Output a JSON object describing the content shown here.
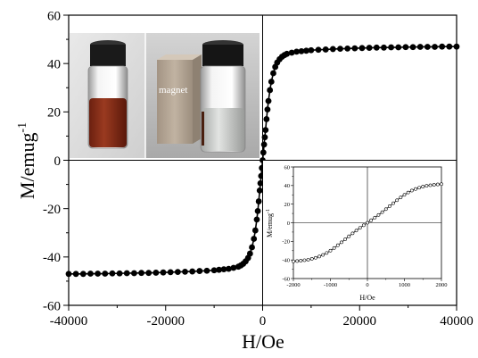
{
  "chart_data": [
    {
      "type": "scatter",
      "role": "main",
      "xlabel": "H/Oe",
      "ylabel_base": "M/emug",
      "ylabel_sup": "-1",
      "xlim": [
        -40000,
        40000
      ],
      "ylim": [
        -60,
        60
      ],
      "xticks": [
        -40000,
        -20000,
        0,
        20000,
        40000
      ],
      "yticks": [
        -60,
        -40,
        -20,
        0,
        20,
        40,
        60
      ],
      "grid": false,
      "marker": "filled-circle",
      "series": [
        {
          "x": [
            -40000,
            -38500,
            -37000,
            -35500,
            -34000,
            -32500,
            -31000,
            -29500,
            -28000,
            -26500,
            -25000,
            -23500,
            -22000,
            -20500,
            -19000,
            -17500,
            -16000,
            -14500,
            -13000,
            -11500,
            -10000,
            -9000,
            -8000,
            -7000,
            -6000,
            -5000,
            -4500,
            -4000,
            -3500,
            -3000,
            -2600,
            -2200,
            -1800,
            -1500,
            -1200,
            -1000,
            -800,
            -600,
            -450,
            -300,
            -150,
            0,
            150,
            300,
            450,
            600,
            800,
            1000,
            1200,
            1500,
            1800,
            2200,
            2600,
            3000,
            3500,
            4000,
            4500,
            5000,
            6000,
            7000,
            8000,
            9000,
            10000,
            11500,
            13000,
            14500,
            16000,
            17500,
            19000,
            20500,
            22000,
            23500,
            25000,
            26500,
            28000,
            29500,
            31000,
            32500,
            34000,
            35500,
            37000,
            38500,
            40000
          ],
          "y": [
            -47,
            -47,
            -47,
            -46.9,
            -46.9,
            -46.9,
            -46.8,
            -46.8,
            -46.7,
            -46.7,
            -46.6,
            -46.6,
            -46.5,
            -46.4,
            -46.3,
            -46.2,
            -46.1,
            -46,
            -45.8,
            -45.7,
            -45.5,
            -45.3,
            -45.1,
            -44.9,
            -44.5,
            -44,
            -43.5,
            -42.8,
            -41.8,
            -40.4,
            -38.6,
            -36,
            -32.5,
            -29,
            -24.5,
            -21,
            -17,
            -12.5,
            -9.5,
            -6.5,
            -3.2,
            0,
            3.2,
            6.5,
            9.5,
            12.5,
            17,
            21,
            24.5,
            29,
            32.5,
            36,
            38.6,
            40.4,
            41.8,
            42.8,
            43.5,
            44,
            44.5,
            44.9,
            45.1,
            45.3,
            45.5,
            45.7,
            45.8,
            46,
            46.1,
            46.2,
            46.3,
            46.4,
            46.5,
            46.6,
            46.6,
            46.7,
            46.7,
            46.8,
            46.8,
            46.9,
            46.9,
            46.9,
            47,
            47,
            47
          ]
        }
      ]
    },
    {
      "type": "scatter",
      "role": "inset",
      "xlabel": "H/Oe",
      "ylabel_base": "M/emug",
      "ylabel_sup": "-1",
      "xlim": [
        -2000,
        2000
      ],
      "ylim": [
        -60,
        60
      ],
      "xticks": [
        -2000,
        -1000,
        0,
        1000,
        2000
      ],
      "yticks": [
        -60,
        -40,
        -20,
        0,
        20,
        40,
        60
      ],
      "grid": false,
      "marker": "open-circle",
      "series": [
        {
          "x": [
            -2000,
            -1900,
            -1800,
            -1700,
            -1600,
            -1500,
            -1400,
            -1300,
            -1200,
            -1100,
            -1000,
            -900,
            -800,
            -700,
            -600,
            -500,
            -400,
            -300,
            -200,
            -100,
            0,
            100,
            200,
            300,
            400,
            500,
            600,
            700,
            800,
            900,
            1000,
            1100,
            1200,
            1300,
            1400,
            1500,
            1600,
            1700,
            1800,
            1900,
            2000
          ],
          "y": [
            -41.5,
            -41.2,
            -40.8,
            -40.3,
            -39.7,
            -38.8,
            -37.7,
            -36.3,
            -34.6,
            -32.5,
            -30,
            -27.2,
            -24.2,
            -21,
            -17.8,
            -14.6,
            -11.4,
            -8.4,
            -5.5,
            -2.7,
            0,
            2.7,
            5.5,
            8.4,
            11.4,
            14.6,
            17.8,
            21,
            24.2,
            27.2,
            30,
            32.5,
            34.6,
            36.3,
            37.7,
            38.8,
            39.7,
            40.3,
            40.8,
            41.2,
            41.5
          ]
        }
      ]
    }
  ],
  "photo": {
    "label": "magnet"
  }
}
